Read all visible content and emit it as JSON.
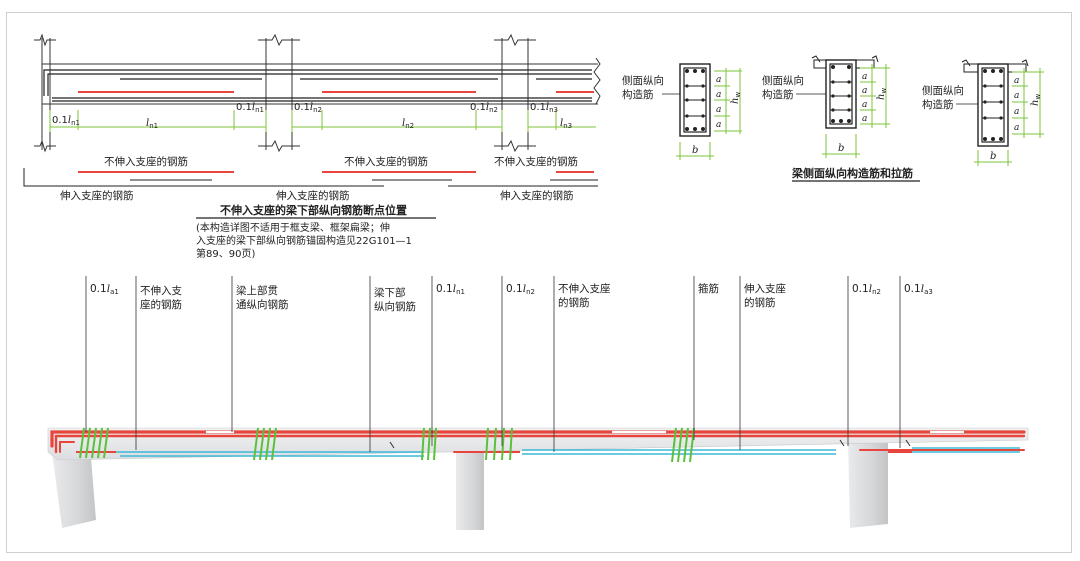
{
  "elevation": {
    "span_labels": {
      "left_01_ln1": {
        "coef": "0.1",
        "var": "l",
        "sub": "n1"
      },
      "ln1": {
        "var": "l",
        "sub": "n1"
      },
      "right_01_ln1": {
        "coef": "0.1",
        "var": "l",
        "sub": "n1"
      },
      "left_01_ln2": {
        "coef": "0.1",
        "var": "l",
        "sub": "n2"
      },
      "ln2": {
        "var": "l",
        "sub": "n2"
      },
      "right_01_ln2": {
        "coef": "0.1",
        "var": "l",
        "sub": "n2"
      },
      "left_01_ln3": {
        "coef": "0.1",
        "var": "l",
        "sub": "n3"
      },
      "ln3": {
        "var": "l",
        "sub": "n3"
      }
    },
    "bar_labels": {
      "not_into_support_1": "不伸入支座的钢筋",
      "not_into_support_2": "不伸入支座的钢筋",
      "not_into_support_3": "不伸入支座的钢筋",
      "into_support_1": "伸入支座的钢筋",
      "into_support_2": "伸入支座的钢筋",
      "into_support_3": "伸入支座的钢筋"
    },
    "title": "不伸入支座的梁下部纵向钢筋断点位置",
    "note": [
      "(本构造详图不适用于框支梁、框架扁梁；伸",
      "入支座的梁下部纵向钢筋锚固构造见22G101—1",
      "第89、90页)"
    ]
  },
  "sections": {
    "label_1": [
      "侧面纵向",
      "构造筋"
    ],
    "label_2": [
      "侧面纵向",
      "构造筋"
    ],
    "label_3": [
      "侧面纵向",
      "构造筋"
    ],
    "dim_a": "a",
    "dim_hw": {
      "var": "h",
      "sub": "w"
    },
    "dim_b": "b",
    "title": "梁侧面纵向构造筋和拉筋"
  },
  "model_callouts": [
    {
      "coef": "0.1",
      "var": "l",
      "sub": "a1"
    },
    {
      "lines": [
        "不伸入支",
        "座的钢筋"
      ]
    },
    {
      "lines": [
        "梁上部贯",
        "通纵向钢筋"
      ]
    },
    {
      "lines": [
        "梁下部",
        "纵向钢筋"
      ]
    },
    {
      "coef": "0.1",
      "var": "l",
      "sub": "n1"
    },
    {
      "coef": "0.1",
      "var": "l",
      "sub": "n2"
    },
    {
      "lines": [
        "不伸入支座",
        "的钢筋"
      ]
    },
    {
      "lines": [
        "箍筋"
      ]
    },
    {
      "lines": [
        "伸入支座",
        "的钢筋"
      ]
    },
    {
      "coef": "0.1",
      "var": "l",
      "sub": "n2"
    },
    {
      "coef": "0.1",
      "var": "l",
      "sub": "a3"
    }
  ],
  "colors": {
    "red_bar": "#e8463c",
    "green_dim": "#7cc43a",
    "cyan_bar": "#3bb8d8",
    "stirrup_green": "#59c23a",
    "concrete": "#d9dadc"
  }
}
